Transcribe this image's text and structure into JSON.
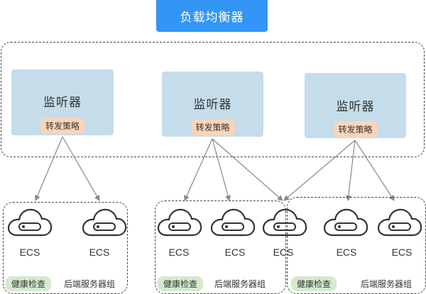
{
  "load_balancer": {
    "label": "负载均衡器"
  },
  "listeners": [
    {
      "title": "监听器",
      "policy": "转发策略"
    },
    {
      "title": "监听器",
      "policy": "转发策略"
    },
    {
      "title": "监听器",
      "policy": "转发策略"
    }
  ],
  "servers": [
    {
      "label": "ECS"
    },
    {
      "label": "ECS"
    },
    {
      "label": "ECS"
    },
    {
      "label": "ECS"
    },
    {
      "label": "ECS"
    },
    {
      "label": "ECS"
    },
    {
      "label": "ECS"
    }
  ],
  "server_groups": [
    {
      "health_tag": "健康检查",
      "name": "后端服务器组"
    },
    {
      "health_tag": "健康检查",
      "name": "后端服务器组"
    },
    {
      "health_tag": "健康检查",
      "name": "后端服务器组"
    }
  ],
  "colors": {
    "load_balancer": "#3396f7",
    "listener": "#c5dcea",
    "policy": "#f9d5b9",
    "health_tag": "#d5e9cf",
    "lines": "#888888"
  },
  "icons": {
    "server": "cloud-server-icon"
  }
}
